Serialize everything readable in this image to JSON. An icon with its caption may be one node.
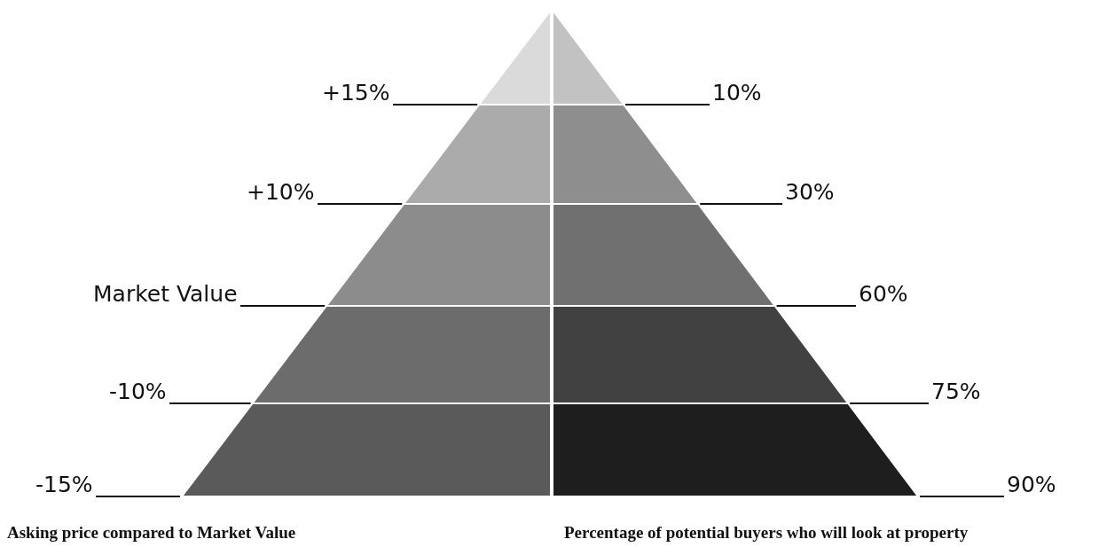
{
  "diagram": {
    "nodes": [
      {
        "text": [
          "+15%"
        ]
      },
      {
        "text": [
          "10%"
        ]
      },
      {
        "text": [
          "+10%"
        ]
      },
      {
        "text": [
          "30%"
        ]
      },
      {
        "text": [
          "Market Value"
        ]
      },
      {
        "text": [
          "60%"
        ]
      },
      {
        "text": [
          "-10%"
        ]
      },
      {
        "text": [
          "75%"
        ]
      },
      {
        "text": [
          "-15%"
        ]
      },
      {
        "text": [
          "90%"
        ]
      }
    ],
    "edges": [
      {
        "from": 0,
        "to": null,
        "arrow": "none"
      },
      {
        "from": 1,
        "to": null,
        "arrow": "none"
      },
      {
        "from": 2,
        "to": null,
        "arrow": "none"
      },
      {
        "from": 3,
        "to": null,
        "arrow": "none"
      },
      {
        "from": 4,
        "to": null,
        "arrow": "none"
      },
      {
        "from": 5,
        "to": null,
        "arrow": "none"
      },
      {
        "from": 6,
        "to": null,
        "arrow": "none"
      },
      {
        "from": 7,
        "to": null,
        "arrow": "none"
      },
      {
        "from": 8,
        "to": null,
        "arrow": "none"
      },
      {
        "from": 9,
        "to": null,
        "arrow": "none"
      }
    ],
    "labels": [
      "Asking price compared to Market Value",
      "Percentage of potential buyers who will look at property"
    ]
  }
}
